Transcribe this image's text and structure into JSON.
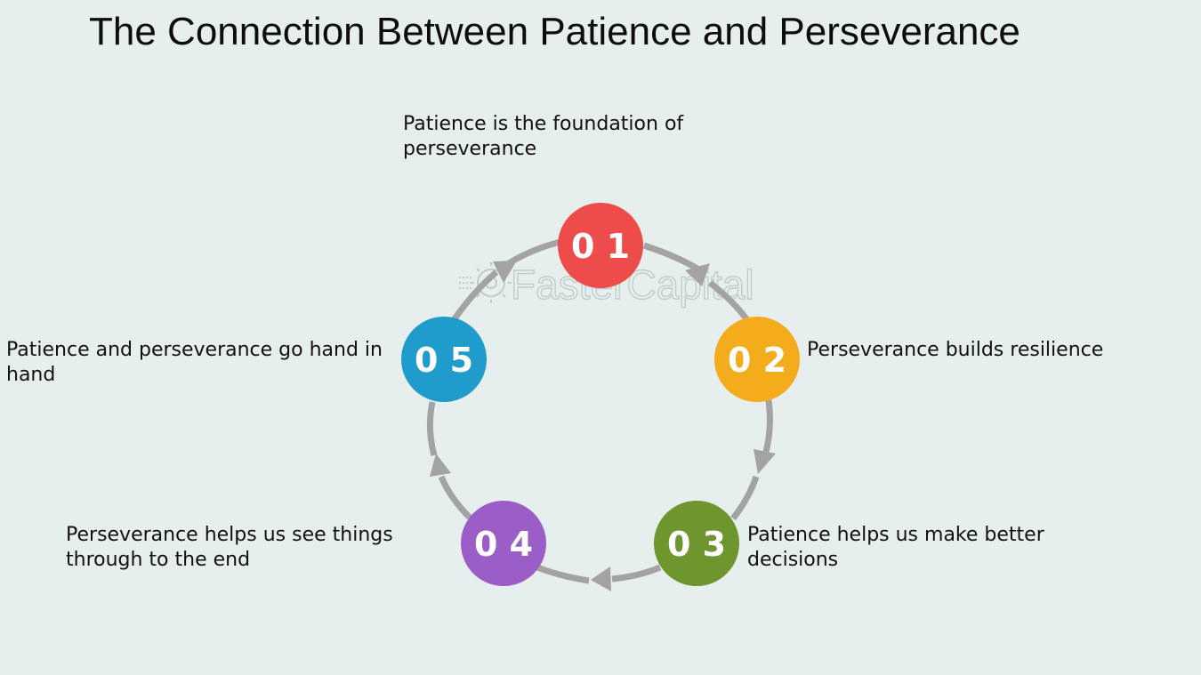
{
  "title": "The Connection Between Patience and Perseverance",
  "watermark": "FasterCapital",
  "colors": {
    "background": "#e6eeee",
    "arrow": "#a3a3a3",
    "step1": "#ee4c4a",
    "step2": "#f2ac1c",
    "step3": "#6f952e",
    "step4": "#9b5dc6",
    "step5": "#1f9ccb"
  },
  "steps": [
    {
      "number": "0 1",
      "label": "Patience is the foundation of perseverance"
    },
    {
      "number": "0 2",
      "label": "Perseverance builds resilience"
    },
    {
      "number": "0 3",
      "label": "Patience helps us make better decisions"
    },
    {
      "number": "0 4",
      "label": "Perseverance helps us see things through to the end"
    },
    {
      "number": "0 5",
      "label": "Patience and perseverance go hand in hand"
    }
  ]
}
